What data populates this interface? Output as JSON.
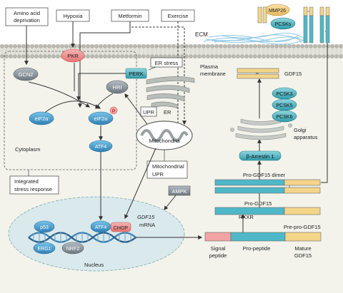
{
  "stimuli": {
    "amino": [
      "Amino acid",
      "deprivation"
    ],
    "hypoxia": "Hypoxia",
    "metformin": "Metformin",
    "exercise": "Exercise"
  },
  "kinases": {
    "gcn2": "GCN2",
    "pkr": "PKR",
    "perk": "PERK",
    "hri": "HRI",
    "eif2a": "eIF2α",
    "phospho": "P",
    "atf4": "ATF4"
  },
  "labels": {
    "cytoplasm": "Cytoplasm",
    "isr": [
      "Integrated",
      "stress response"
    ],
    "er_stress": "ER stress",
    "upr": "UPR",
    "er": "ER",
    "mito": "Mitochondria",
    "mito_upr": [
      "Mitochondrial",
      "UPR"
    ],
    "ampk": "AMPK",
    "ecm": "ECM",
    "membrane": [
      "Plasma",
      "membrane"
    ],
    "nucleus": "Nucleus",
    "golgi": [
      "Golgi",
      "apparatus"
    ]
  },
  "nucleus": {
    "p53": "p53",
    "erg1": "ERG1",
    "nrf2": "NRF2",
    "atf4": "ATF4",
    "chop": "CHOP",
    "gdf15": "GDF15",
    "mrna": "mRNA"
  },
  "processing": {
    "mmp26": "MMP26",
    "pcsks": "PCSKs",
    "gdf15": "GDF15",
    "pcsk3": "PCSK3",
    "pcsk5": "PCSK5",
    "pcsk6": "PCSK6",
    "arrestin": "β-Arrestin 1",
    "dimer": "Pro-GDF15 dimer",
    "pro": "Pro-GDF15",
    "rxxr": "RXXR",
    "prepro": "Pre-pro-GDF15",
    "signal": [
      "Signal",
      "peptide"
    ],
    "propeptide": "Pro-peptide",
    "mature": [
      "Mature",
      "GDF15"
    ]
  },
  "colors": {
    "teal": "#4fb8c8",
    "blue": "#3d8ec4",
    "pink": "#ef8a8a",
    "yellow": "#f4d58a",
    "signal_pink": "#f2a4a4",
    "membrane": "#d7d7cf",
    "cyto": "#f3f3ec",
    "nucleus": "#d9e9ec",
    "ecm": "#8ec7e3",
    "green": "#4d8b52"
  }
}
